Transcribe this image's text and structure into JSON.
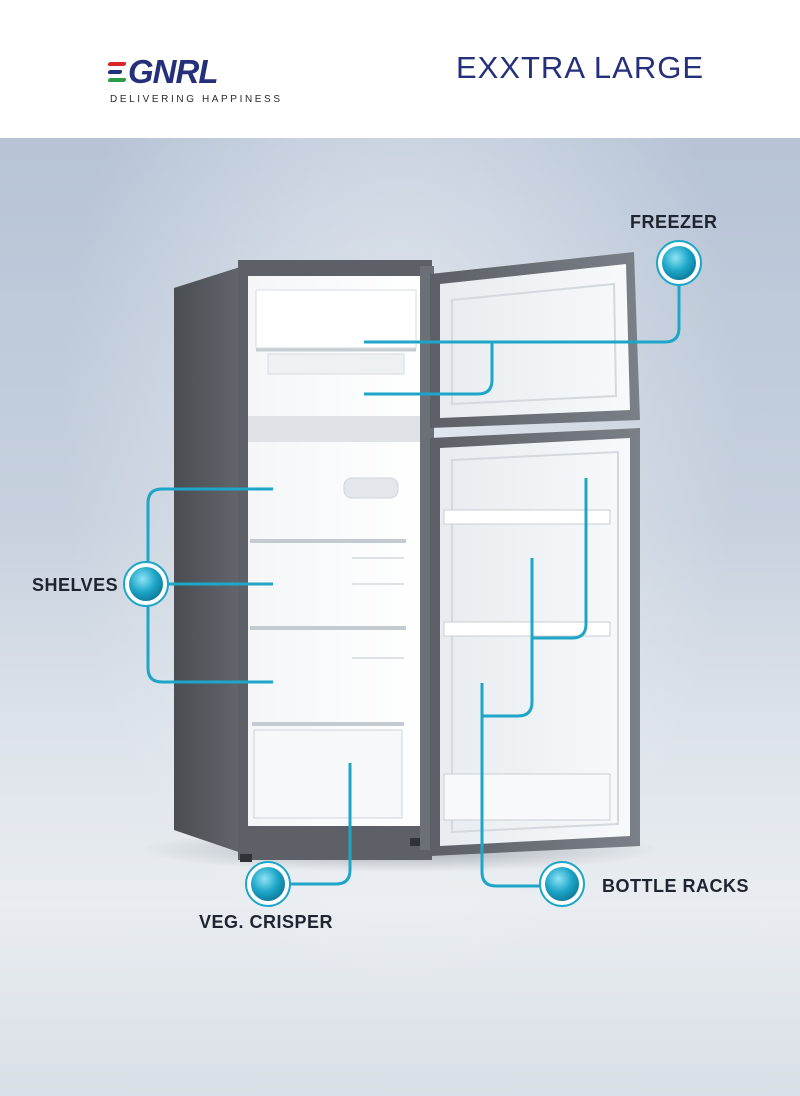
{
  "brand": {
    "name": "GNRL",
    "tagline": "DELIVERING HAPPINESS",
    "colors": {
      "primary": "#24307a",
      "red": "#d6262a",
      "green": "#2e9b4a"
    }
  },
  "product": {
    "title": "EXXTRA LARGE"
  },
  "callouts": {
    "freezer": "FREEZER",
    "shelves": "SHELVES",
    "veg_crisper": "VEG. CRISPER",
    "bottle_racks": "BOTTLE RACKS"
  },
  "accent_color": "#1da6c8"
}
